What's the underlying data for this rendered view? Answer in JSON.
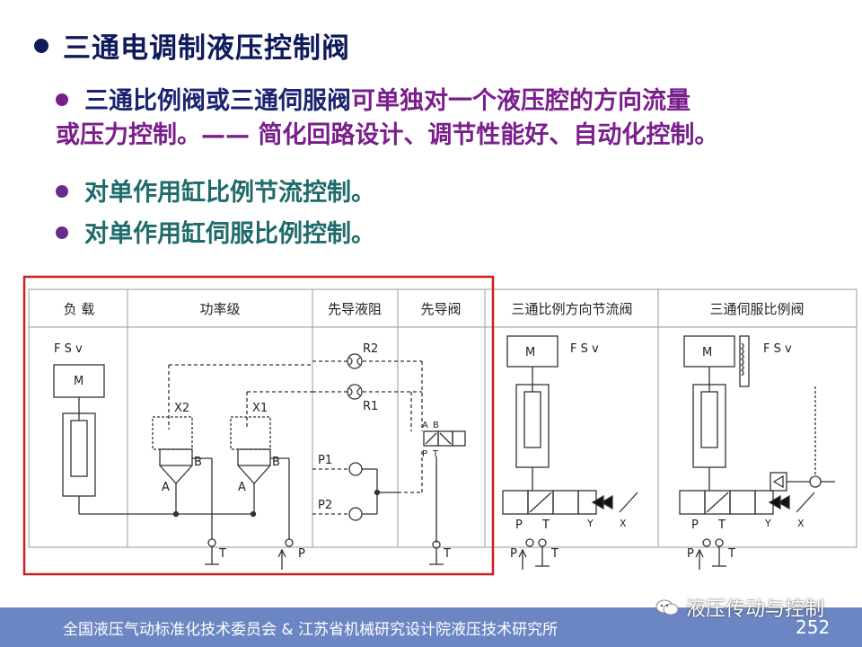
{
  "title": "三通电调制液压控制阀",
  "bullets": {
    "b1_part1": "三通比例阀或三通伺服阀",
    "b1_part2": "可单独对一个液压腔的方向流量",
    "b1_line2": "或压力控制。——  简化回路设计、调节性能好、自动化控制。",
    "b2": "对单作用缸比例节流控制。",
    "b3": "对单作用缸伺服比例控制。"
  },
  "diagram": {
    "headers": [
      "负 载",
      "功率级",
      "先导液阻",
      "先导阀",
      "三通比例方向节流阀",
      "三通伺服比例阀"
    ],
    "labels": {
      "fsv": "F  S  v",
      "m": "M",
      "x1": "X1",
      "x2": "X2",
      "a": "A",
      "b": "B",
      "r1": "R1",
      "r2": "R2",
      "p1": "P1",
      "p2": "P2",
      "t": "T",
      "p": "P",
      "y": "Y",
      "x": "X"
    },
    "colors": {
      "highlight_box": "#cc2020",
      "line": "#333333",
      "grid": "#999999"
    }
  },
  "footer": {
    "text": "全国液压气动标准化技术委员会  &  江苏省机械研究设计院液压技术研究所",
    "wechat": "液压传动与控制",
    "page": "252",
    "icon": "wechat-icon"
  }
}
